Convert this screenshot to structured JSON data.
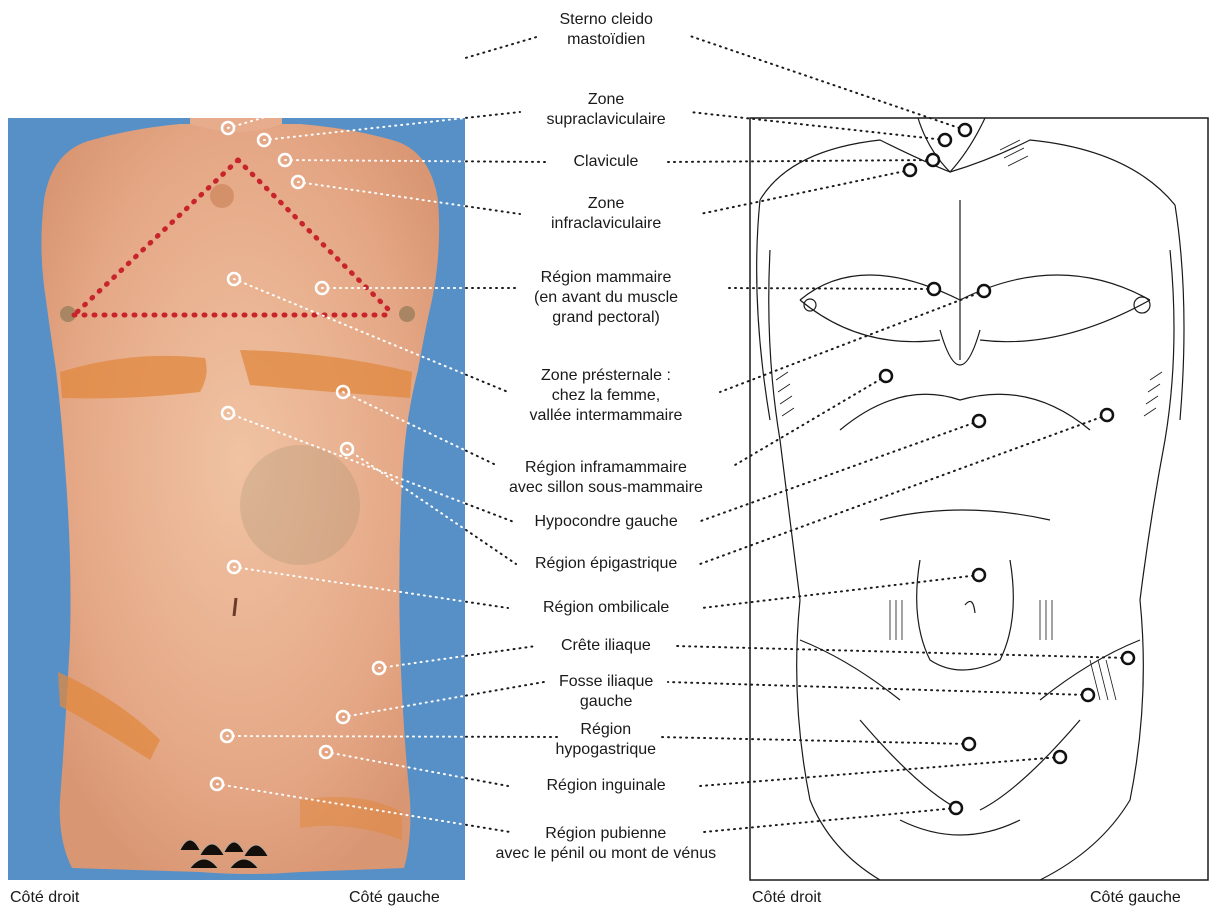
{
  "labels": [
    {
      "id": "sterno",
      "lines": [
        "Sterno cleido",
        "mastoïdien"
      ]
    },
    {
      "id": "supraclav",
      "lines": [
        "Zone",
        "supraclaviculaire"
      ]
    },
    {
      "id": "clavicule",
      "lines": [
        "Clavicule"
      ]
    },
    {
      "id": "infraclav",
      "lines": [
        "Zone",
        "infraclaviculaire"
      ]
    },
    {
      "id": "mammaire",
      "lines": [
        "Région mammaire",
        "(en avant du muscle",
        "grand pectoral)"
      ]
    },
    {
      "id": "presternale",
      "lines": [
        "Zone présternale :",
        "chez la femme,",
        "vallée intermammaire"
      ]
    },
    {
      "id": "inframammaire",
      "lines": [
        "Région inframammaire",
        "avec sillon sous-mammaire"
      ]
    },
    {
      "id": "hypocondre",
      "lines": [
        "Hypocondre gauche"
      ]
    },
    {
      "id": "epigastrique",
      "lines": [
        "Région épigastrique"
      ]
    },
    {
      "id": "ombilicale",
      "lines": [
        "Région ombilicale"
      ]
    },
    {
      "id": "crete",
      "lines": [
        "Crête iliaque"
      ]
    },
    {
      "id": "fosse",
      "lines": [
        "Fosse iliaque",
        "gauche"
      ]
    },
    {
      "id": "hypogastrique",
      "lines": [
        "Région",
        "hypogastrique"
      ]
    },
    {
      "id": "inguinale",
      "lines": [
        "Région inguinale"
      ]
    },
    {
      "id": "pubienne",
      "lines": [
        "Région pubienne",
        "avec le pénil ou mont de vénus"
      ]
    }
  ],
  "photo_side_labels": {
    "right": "Côté droit",
    "left": "Côté gauche"
  },
  "drawing_side_labels": {
    "right": "Côté droit",
    "left": "Côté gauche"
  },
  "colors": {
    "drape": "#5b94c9",
    "skin": "#e7ad8a",
    "skin_light": "#eebf9f",
    "iodine": "#e0883f",
    "triangle": "#c8242c",
    "leader": "#1a1a1a",
    "photo_marker": "#ffffff",
    "drawing_marker": "#111111"
  }
}
